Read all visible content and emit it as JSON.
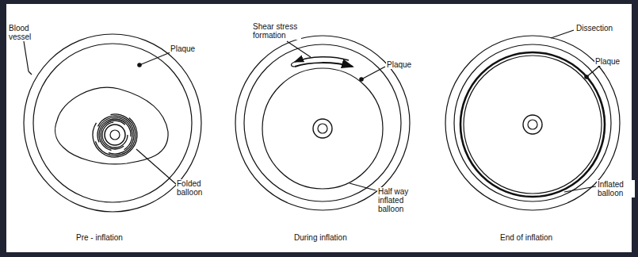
{
  "diagram": {
    "labels": [
      "Blood vessel",
      "Plaque",
      "Folded balloon",
      "Pre - inflation",
      "Shear stress formation",
      "Plaque",
      "Half way inflated balloon",
      "During inflation",
      "Dissection",
      "Plaque",
      "Inflated balloon",
      "End of inflation"
    ]
  }
}
